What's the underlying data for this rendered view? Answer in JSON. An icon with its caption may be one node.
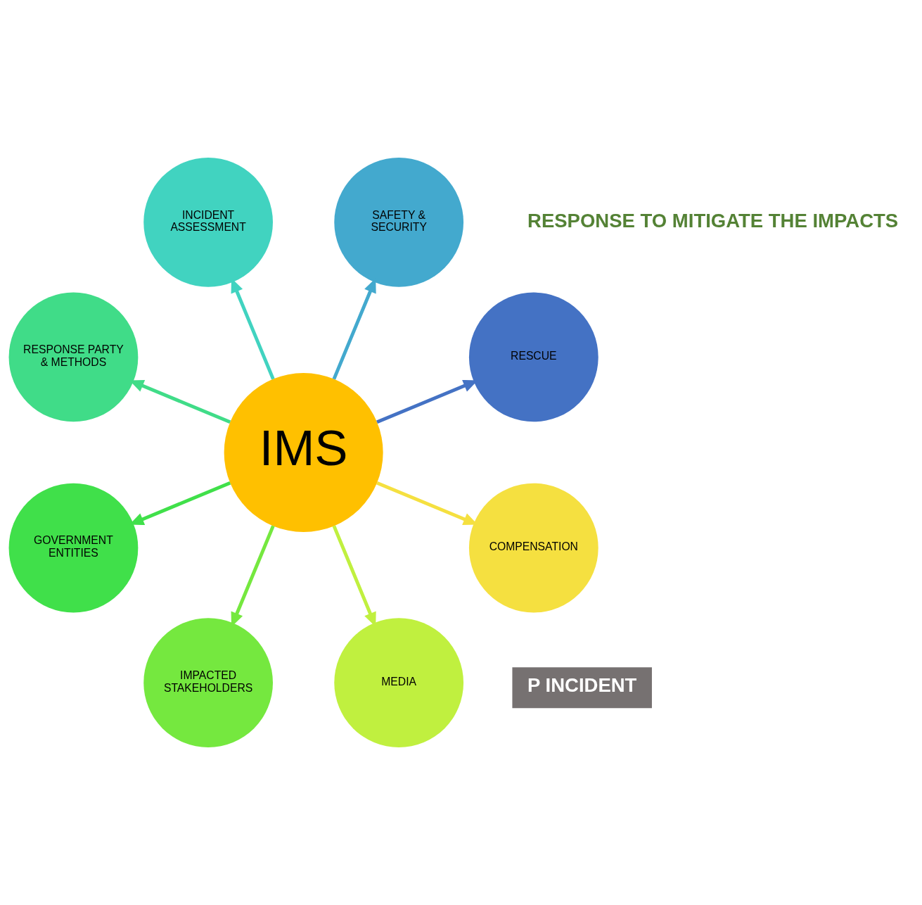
{
  "diagram": {
    "nodes": [
      {
        "text": [
          "IMS"
        ]
      },
      {
        "text": [
          "RESCUE"
        ]
      },
      {
        "text": [
          "SAFETY & SECURITY"
        ]
      },
      {
        "text": [
          "INCIDENT ASSESSMENT"
        ]
      },
      {
        "text": [
          "RESPONSE PARTY & METHODS"
        ]
      },
      {
        "text": [
          "GOVERNMENT ENTITIES"
        ]
      },
      {
        "text": [
          "IMPACTED STAKEHOLDERS"
        ]
      },
      {
        "text": [
          "MEDIA"
        ]
      },
      {
        "text": [
          "COMPENSATION"
        ]
      }
    ],
    "edges": [
      {
        "from": 0,
        "to": 1,
        "arrow": "to",
        "color": "#4472c4"
      },
      {
        "from": 0,
        "to": 2,
        "arrow": "to",
        "color": "#43a9ce"
      },
      {
        "from": 0,
        "to": 3,
        "arrow": "to",
        "color": "#41d3c0"
      },
      {
        "from": 0,
        "to": 4,
        "arrow": "to",
        "color": "#40dc88"
      },
      {
        "from": 0,
        "to": 5,
        "arrow": "to",
        "color": "#40e04a"
      },
      {
        "from": 0,
        "to": 6,
        "arrow": "to",
        "color": "#75e83f"
      },
      {
        "from": 0,
        "to": 7,
        "arrow": "to",
        "color": "#c0f03f"
      },
      {
        "from": 0,
        "to": 8,
        "arrow": "to",
        "color": "#f5e040"
      }
    ],
    "labels": [
      "P INCIDENT",
      "RESPONSE TO MITIGATE THE IMPACTS"
    ]
  }
}
